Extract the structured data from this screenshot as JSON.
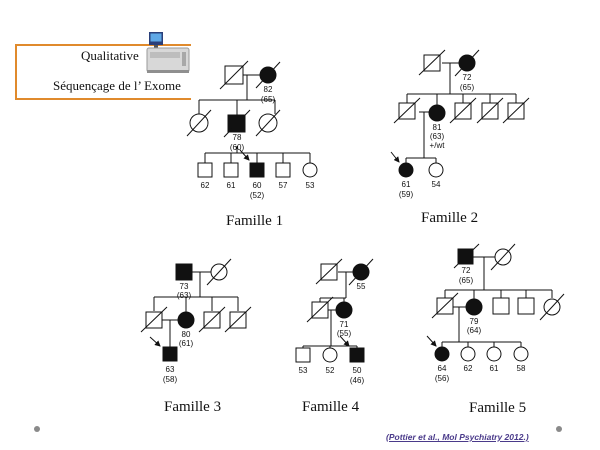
{
  "callout": {
    "line1": "Qualitative",
    "line2": "Séquençage de l’ Exome"
  },
  "families": [
    {
      "label": "Famille 1",
      "members": {
        "i2": [
          "82",
          "(65)"
        ],
        "ii2": [
          "78",
          "(60)"
        ],
        "c1": [
          "62"
        ],
        "c2": [
          "61"
        ],
        "c3": [
          "60",
          "(52)"
        ],
        "c4": [
          "57"
        ],
        "c5": [
          "53"
        ]
      }
    },
    {
      "label": "Famille 2",
      "members": {
        "i2": [
          "72",
          "(65)"
        ],
        "ii2": [
          "81",
          "(63)",
          "+/wt"
        ],
        "c1": [
          "61",
          "(59)"
        ],
        "c2": [
          "54"
        ]
      }
    },
    {
      "label": "Famille 3",
      "members": {
        "i1": [
          "73",
          "(63)"
        ],
        "ii2": [
          "80",
          "(61)"
        ],
        "c1": [
          "63",
          "(58)"
        ]
      }
    },
    {
      "label": "Famille 4",
      "members": {
        "i2": [
          "55"
        ],
        "ii2": [
          "71",
          "(55)"
        ],
        "c1": [
          "53"
        ],
        "c2": [
          "52"
        ],
        "c3": [
          "50",
          "(46)"
        ]
      }
    },
    {
      "label": "Famille 5",
      "members": {
        "i1": [
          "72",
          "(65)"
        ],
        "ii2": [
          "79",
          "(64)"
        ],
        "c1": [
          "64",
          "(56)"
        ],
        "c2": [
          "62"
        ],
        "c3": [
          "61"
        ],
        "c4": [
          "58"
        ]
      }
    }
  ],
  "citation": "(Pottier et al., Mol Psychiatry 2012.)"
}
